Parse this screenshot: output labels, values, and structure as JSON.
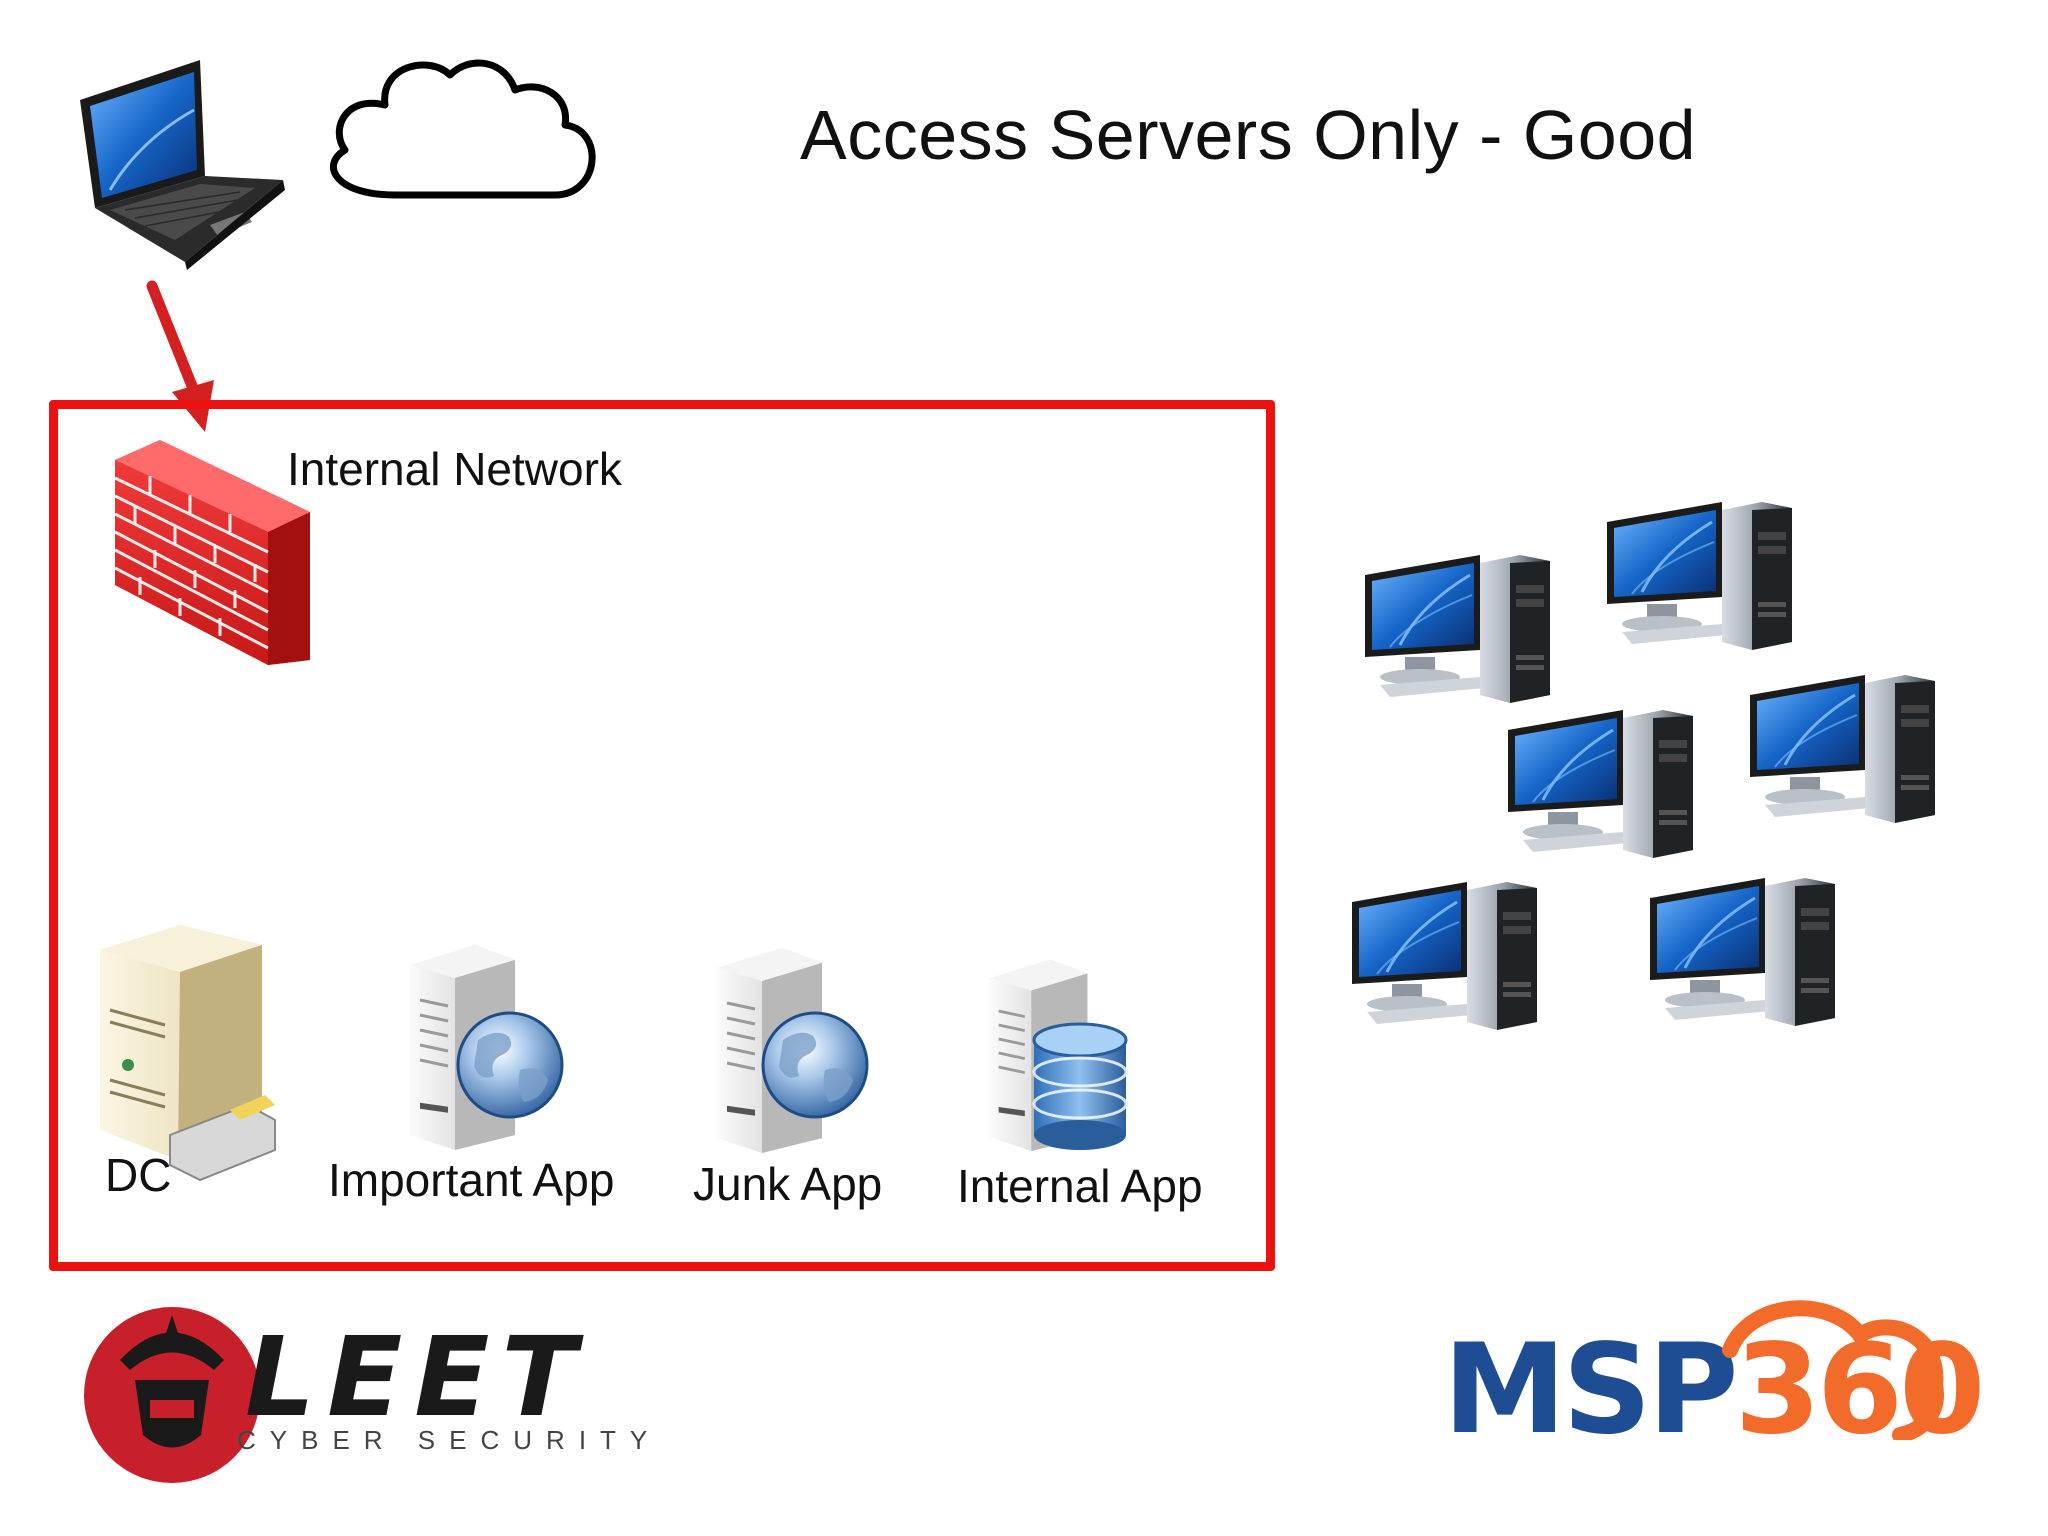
{
  "title": "Access Servers Only - Good",
  "network": {
    "label": "Internal Network",
    "frame_color": "#ee1111"
  },
  "servers": [
    {
      "label": "DC",
      "icon": "domain-controller-server-icon"
    },
    {
      "label": "Important App",
      "icon": "web-server-globe-icon"
    },
    {
      "label": "Junk App",
      "icon": "web-server-globe-icon"
    },
    {
      "label": "Internal App",
      "icon": "database-server-icon"
    }
  ],
  "icons": {
    "laptop": "laptop-icon",
    "cloud": "cloud-icon",
    "firewall": "firewall-brick-wall-icon",
    "workstations": "desktop-computer-icon"
  },
  "arrow_color": "#d42020",
  "logos": {
    "leet": {
      "wordmark": "LEET",
      "tagline": "CYBER SECURITY",
      "color": "#c8202a"
    },
    "msp360": {
      "part1": "MSP",
      "part2": "360",
      "part1_color": "#1f4d94",
      "part2_color": "#f26b2a"
    }
  }
}
